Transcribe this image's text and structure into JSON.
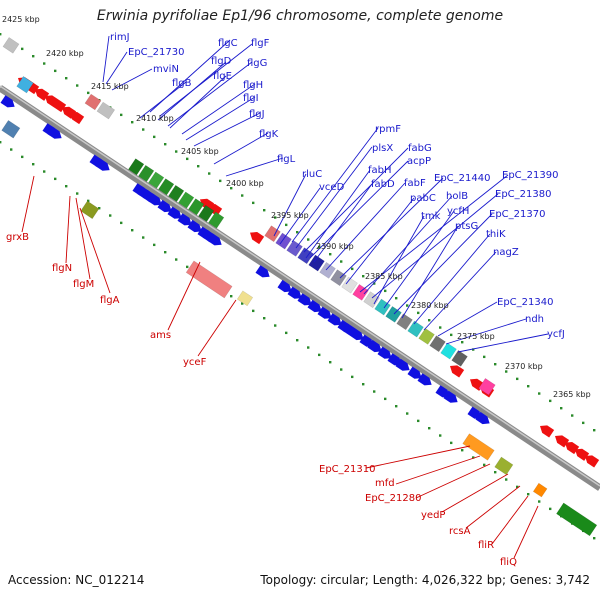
{
  "title": "Erwinia pyrifoliae Ep1/96 chromosome, complete genome",
  "footer": {
    "accession": "Accession: NC_012214",
    "summary": "Topology: circular; Length: 4,026,322 bp; Genes: 3,742"
  },
  "colors": {
    "forward_label": "#1a1acc",
    "reverse_label": "#cc0000",
    "forward_arrow": "#1010e0",
    "reverse_arrow": "#ee1111",
    "backbone": "#8a8a8a",
    "tick": "#2a8a2a"
  },
  "ticks": [
    "2425 kbp",
    "2420 kbp",
    "2415 kbp",
    "2410 kbp",
    "2405 kbp",
    "2400 kbp",
    "2395 kbp",
    "2390 kbp",
    "2385 kbp",
    "2380 kbp",
    "2375 kbp",
    "2370 kbp",
    "2365 kbp"
  ],
  "forward_genes": [
    "rimJ",
    "EpC_21730",
    "mviN",
    "flgC",
    "flgF",
    "flgD",
    "flgG",
    "flgB",
    "flgE",
    "flgH",
    "flgI",
    "flgJ",
    "flgK",
    "flgL",
    "rpmF",
    "plsX",
    "fabG",
    "acpP",
    "rluC",
    "vceD",
    "fabH",
    "fabD",
    "fabF",
    "EpC_21440",
    "EpC_21390",
    "pabC",
    "holB",
    "EpC_21380",
    "tmk",
    "ycfH",
    "EpC_21370",
    "ptsG",
    "thiK",
    "nagZ",
    "EpC_21340",
    "ndh",
    "ycfJ"
  ],
  "reverse_genes": [
    "grxB",
    "flgN",
    "flgM",
    "flgA",
    "ams",
    "yceF",
    "EpC_21310",
    "mfd",
    "EpC_21280",
    "yedP",
    "rcsA",
    "fliR",
    "fliQ"
  ]
}
